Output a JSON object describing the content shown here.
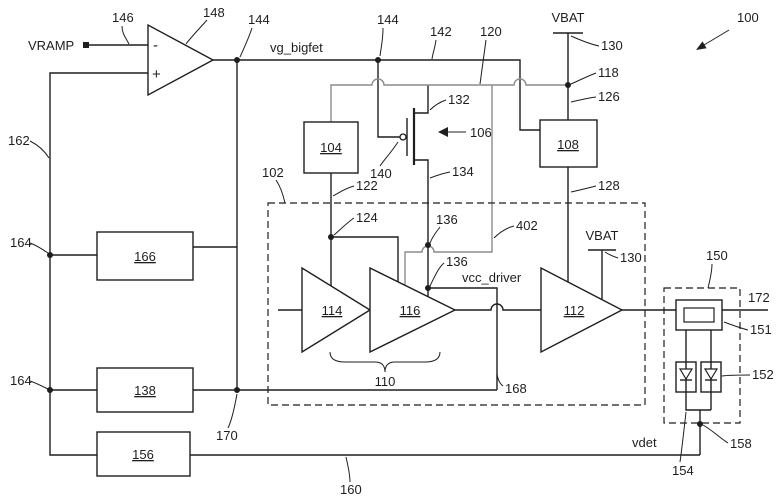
{
  "figure": {
    "ref": "100"
  },
  "signals": {
    "vramp": "VRAMP",
    "vg_bigfet": "vg_bigfet",
    "vcc_driver": "vcc_driver",
    "vdet": "vdet",
    "vbat_supply": "VBAT",
    "vbat_driver": "VBAT"
  },
  "opamp": {
    "ref": "148",
    "minus": "-",
    "plus": "+"
  },
  "blocks": {
    "b104": "104",
    "b108": "108",
    "b114": "114",
    "b116": "116",
    "b112": "112",
    "b166": "166",
    "b138": "138",
    "b156": "156"
  },
  "refs": {
    "r146": "146",
    "r144_output": "144",
    "r144_node": "144",
    "r142": "142",
    "r120": "120",
    "r130_supply": "130",
    "r118": "118",
    "r126": "126",
    "r132": "132",
    "r106": "106",
    "r140": "140",
    "r122": "122",
    "r134": "134",
    "r128": "128",
    "r102": "102",
    "r124": "124",
    "r136_upper": "136",
    "r402": "402",
    "r130_driver": "130",
    "r136_vcc": "136",
    "r162": "162",
    "r164_upper": "164",
    "r164_lower": "164",
    "r150": "150",
    "r172": "172",
    "r151": "151",
    "r110": "110",
    "r152": "152",
    "r168": "168",
    "r170": "170",
    "r158": "158",
    "r154": "154",
    "r160": "160"
  }
}
